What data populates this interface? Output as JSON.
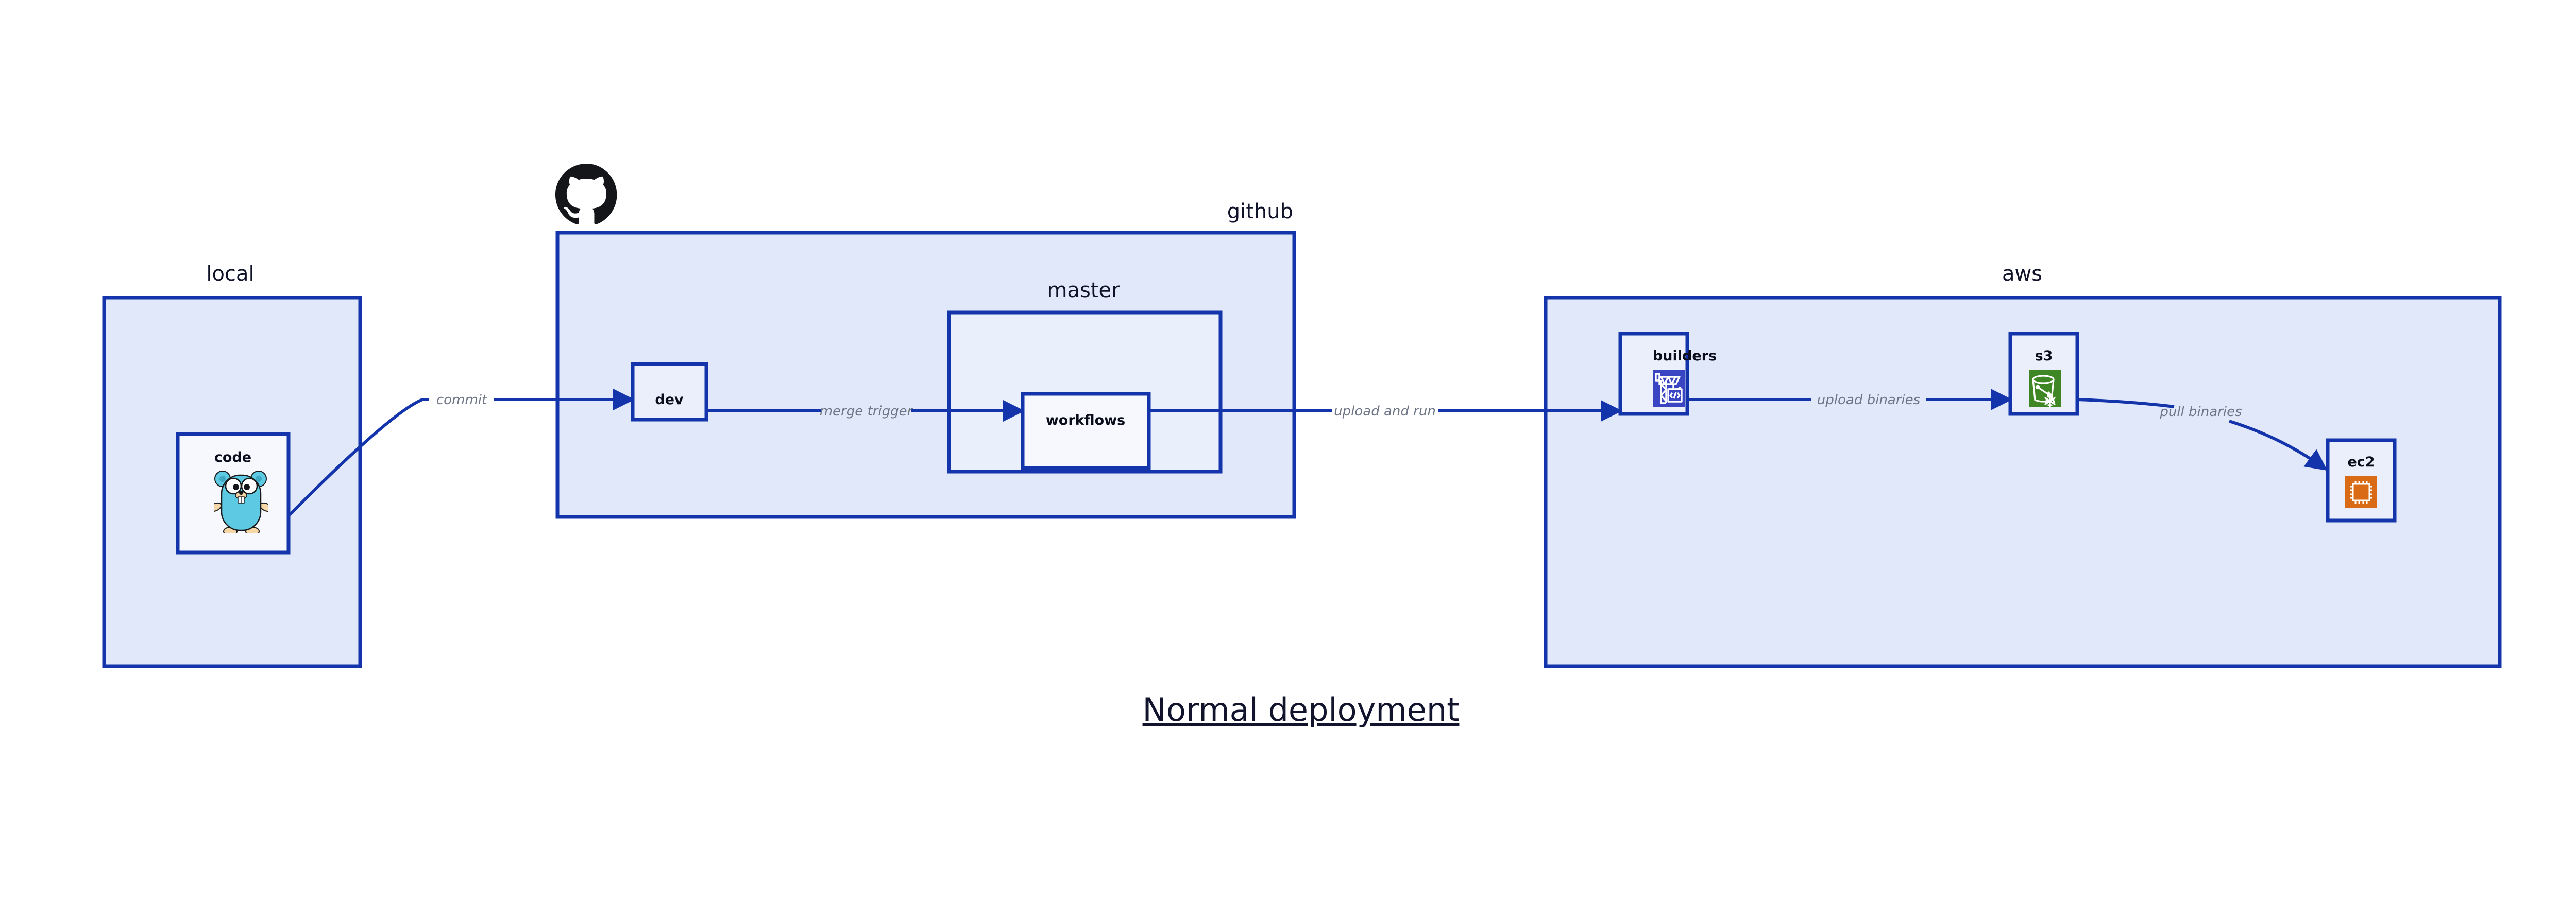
{
  "title": {
    "text": "Normal deployment"
  },
  "colors": {
    "group_fill": "#e1e8fa",
    "subgroup_fill": "#e9effb",
    "node_fill": "#eaeffb",
    "node_fill_light": "#f6f8fd",
    "border": "#1434ab",
    "edge": "#1434ab",
    "edge_label": "#6e7586",
    "label_text": "#0f1228",
    "title_text": "#11142c",
    "canvas": "#ffffff",
    "github_logo": "#15161a",
    "codebuild_icon": "#3a45c4",
    "s3_icon": "#3f8624",
    "ec2_icon": "#da6b16",
    "gopher_body": "#5dc9e2",
    "gopher_foot": "#f5d6a6"
  },
  "groups": [
    {
      "id": "local",
      "label": "local",
      "label_align": "center"
    },
    {
      "id": "github",
      "label": "github",
      "label_align": "right",
      "logo": "github-octocat-icon",
      "subgroups": [
        {
          "id": "master",
          "label": "master",
          "label_align": "center"
        }
      ]
    },
    {
      "id": "aws",
      "label": "aws",
      "label_align": "center"
    }
  ],
  "nodes": [
    {
      "id": "code",
      "label": "code",
      "group": "local",
      "icon": "go-gopher-icon"
    },
    {
      "id": "dev",
      "label": "dev",
      "group": "github",
      "icon": null
    },
    {
      "id": "workflows",
      "label": "workflows",
      "group": "master",
      "icon": null
    },
    {
      "id": "builders",
      "label": "builders",
      "group": "aws",
      "icon": "aws-codebuild-icon"
    },
    {
      "id": "s3",
      "label": "s3",
      "group": "aws",
      "icon": "aws-s3-glacier-icon"
    },
    {
      "id": "ec2",
      "label": "ec2",
      "group": "aws",
      "icon": "aws-ec2-icon"
    }
  ],
  "edges": [
    {
      "id": "commit",
      "label": "commit",
      "from": "code",
      "to": "dev"
    },
    {
      "id": "merge-trigger",
      "label": "merge trigger",
      "from": "dev",
      "to": "workflows"
    },
    {
      "id": "upload-and-run",
      "label": "upload and run",
      "from": "workflows",
      "to": "builders"
    },
    {
      "id": "upload-binaries",
      "label": "upload binaries",
      "from": "builders",
      "to": "s3"
    },
    {
      "id": "pull-binaries",
      "label": "pull binaries",
      "from": "s3",
      "to": "ec2"
    }
  ]
}
